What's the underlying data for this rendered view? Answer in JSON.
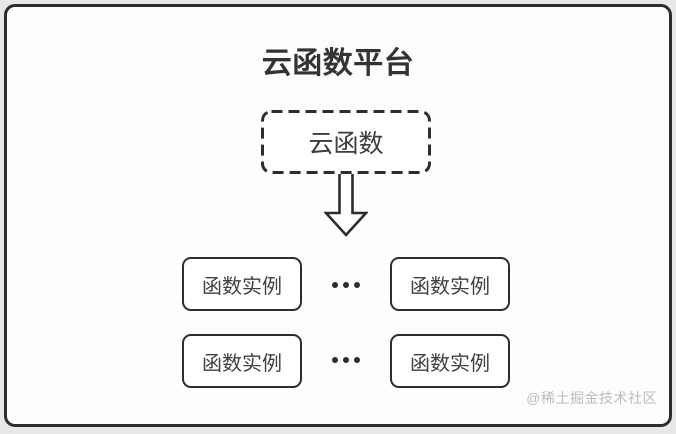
{
  "diagram": {
    "title": "云函数平台",
    "source_node": {
      "label": "云函数",
      "style": "dashed"
    },
    "arrow_icon": "down-arrow-icon",
    "separator_icon": "ellipsis-icon",
    "instance_rows": [
      {
        "left_label": "函数实例",
        "right_label": "函数实例"
      },
      {
        "left_label": "函数实例",
        "right_label": "函数实例"
      }
    ],
    "watermark": "@稀土掘金技术社区"
  },
  "colors": {
    "page_background": "#e8e8e8",
    "card_background": "#fdfdfd",
    "border": "#2d2d2d",
    "title_text": "#333333",
    "node_text": "#3d3d3d",
    "instance_text": "#404040",
    "watermark_text": "#bcbcbc"
  }
}
